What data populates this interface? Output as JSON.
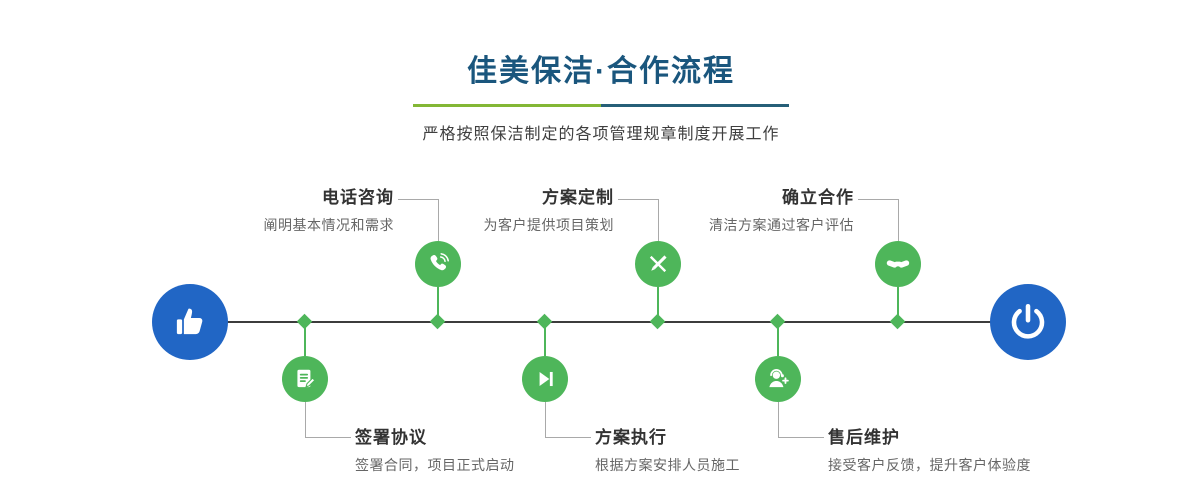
{
  "header": {
    "title": "佳美保洁·合作流程",
    "subtitle": "严格按照保洁制定的各项管理规章制度开展工作"
  },
  "steps_top": [
    {
      "title": "电话咨询",
      "desc": "阐明基本情况和需求",
      "icon": "phone-icon"
    },
    {
      "title": "方案定制",
      "desc": "为客户提供项目策划",
      "icon": "design-tools-icon"
    },
    {
      "title": "确立合作",
      "desc": "清洁方案通过客户评估",
      "icon": "handshake-icon"
    }
  ],
  "steps_bottom": [
    {
      "title": "签署协议",
      "desc": "签署合同，项目正式启动",
      "icon": "contract-icon"
    },
    {
      "title": "方案执行",
      "desc": "根据方案安排人员施工",
      "icon": "play-next-icon"
    },
    {
      "title": "售后维护",
      "desc": "接受客户反馈，提升客户体验度",
      "icon": "customer-support-icon"
    }
  ],
  "terminals": {
    "start_icon": "hand-pointer-icon",
    "end_icon": "power-icon"
  },
  "colors": {
    "title_blue": "#1a567d",
    "divider_green": "#83b735",
    "divider_teal": "#265f78",
    "node_green": "#4eb65a",
    "terminal_blue": "#2166c5",
    "line_dark": "#3c3c3c"
  }
}
